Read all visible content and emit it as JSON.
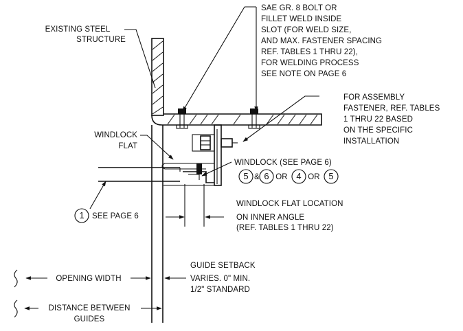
{
  "callouts": {
    "existing_steel": [
      "EXISTING STEEL",
      "STRUCTURE"
    ],
    "sae_bolt": [
      "SAE GR. 8 BOLT OR",
      "FILLET WELD INSIDE",
      "SLOT (FOR WELD SIZE,",
      "AND MAX. FASTENER SPACING",
      "REF. TABLES 1 THRU 22),",
      "FOR WELDING PROCESS",
      "SEE NOTE  ON PAGE 6"
    ],
    "assembly_fastener": [
      "FOR ASSEMBLY",
      "FASTENER, REF. TABLES",
      "1 THRU 22 BASED",
      "ON THE SPECIFIC",
      "INSTALLATION"
    ],
    "windlock_flat": [
      "WINDLOCK",
      "FLAT"
    ],
    "windlock_see": "WINDLOCK (SEE PAGE 6)",
    "circled_options": [
      "5",
      "6",
      "4",
      "5"
    ],
    "option_connectors": [
      "&",
      "OR",
      "OR"
    ],
    "see_page": {
      "number": "1",
      "text": "SEE PAGE 6"
    },
    "windlock_location": [
      "WINDLOCK FLAT LOCATION",
      "ON INNER ANGLE",
      "(REF. TABLES 1 THRU 22)"
    ],
    "guide_setback": [
      "GUIDE SETBACK",
      "VARIES. 0\" MIN.",
      "1/2\" STANDARD"
    ],
    "opening_width": "OPENING WIDTH",
    "distance_between": [
      "DISTANCE BETWEEN",
      "GUIDES"
    ]
  }
}
